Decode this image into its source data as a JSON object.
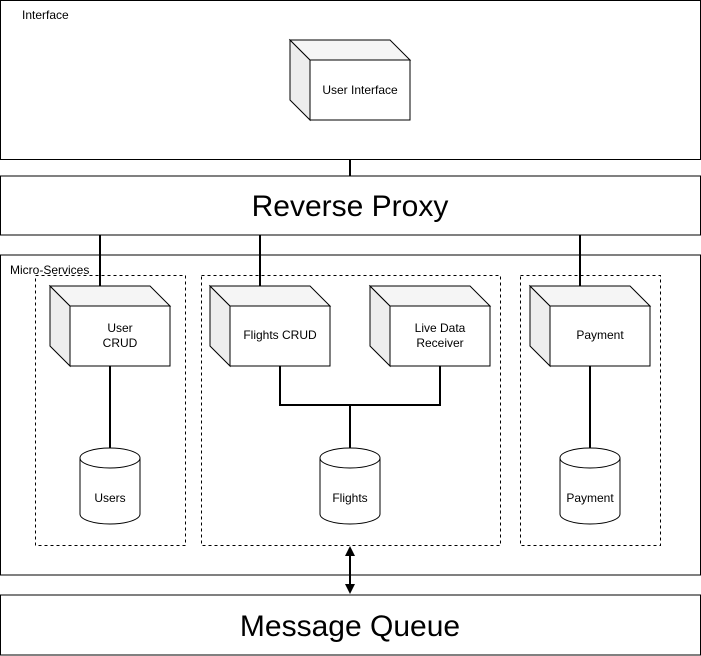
{
  "interface": {
    "title": "Interface",
    "user_interface": "User Interface"
  },
  "reverse_proxy": {
    "label": "Reverse Proxy"
  },
  "micro_services": {
    "title": "Micro-Services",
    "user_crud": [
      "User",
      "CRUD"
    ],
    "users_db": "Users",
    "flights_crud": "Flights CRUD",
    "live_data_receiver": [
      "Live Data",
      "Receiver"
    ],
    "flights_db": "Flights",
    "payment": "Payment",
    "payment_db": "Payment"
  },
  "message_queue": {
    "label": "Message Queue"
  }
}
